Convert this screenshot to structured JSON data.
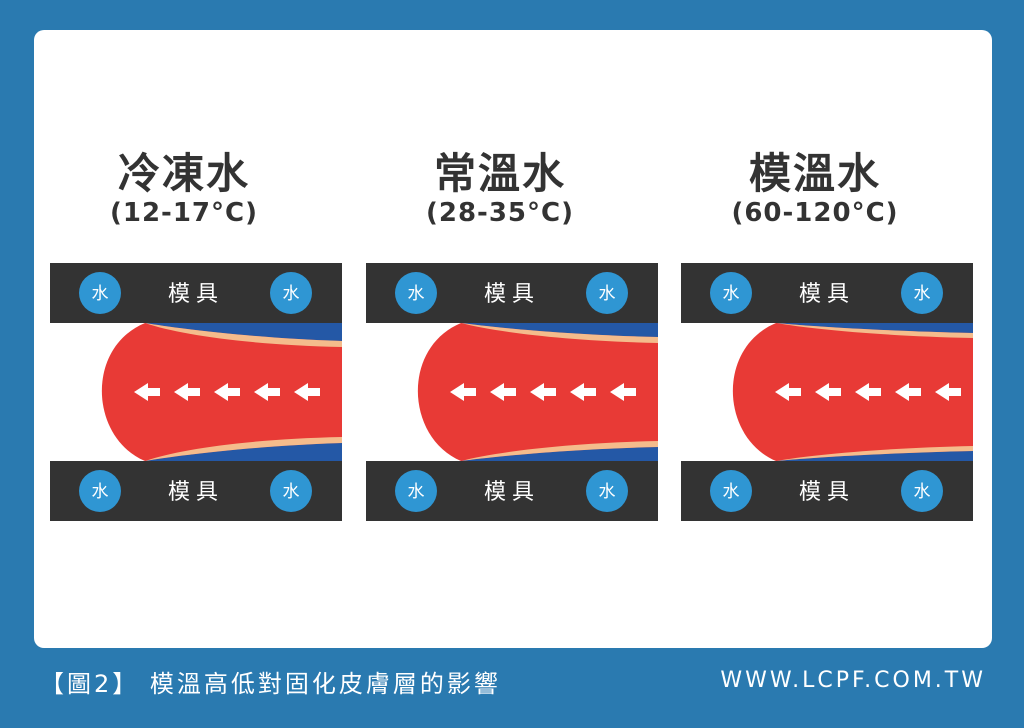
{
  "caption": "【圖2】 模溫高低對固化皮膚層的影響",
  "website": "WWW.LCPF.COM.TW",
  "labels": {
    "mold": "模具",
    "water": "水"
  },
  "colors": {
    "background": "#2a7ab0",
    "mold": "#333333",
    "water_badge": "#2f96d3",
    "melt": "#e83a36",
    "skin": "#f4bc8c",
    "cooling": "#2458a6",
    "arrow": "#ffffff"
  },
  "panels": [
    {
      "title": "冷凍水",
      "temp": "(12-17°C)",
      "level": "low"
    },
    {
      "title": "常溫水",
      "temp": "(28-35°C)",
      "level": "medium"
    },
    {
      "title": "模溫水",
      "temp": "(60-120°C)",
      "level": "high"
    }
  ]
}
